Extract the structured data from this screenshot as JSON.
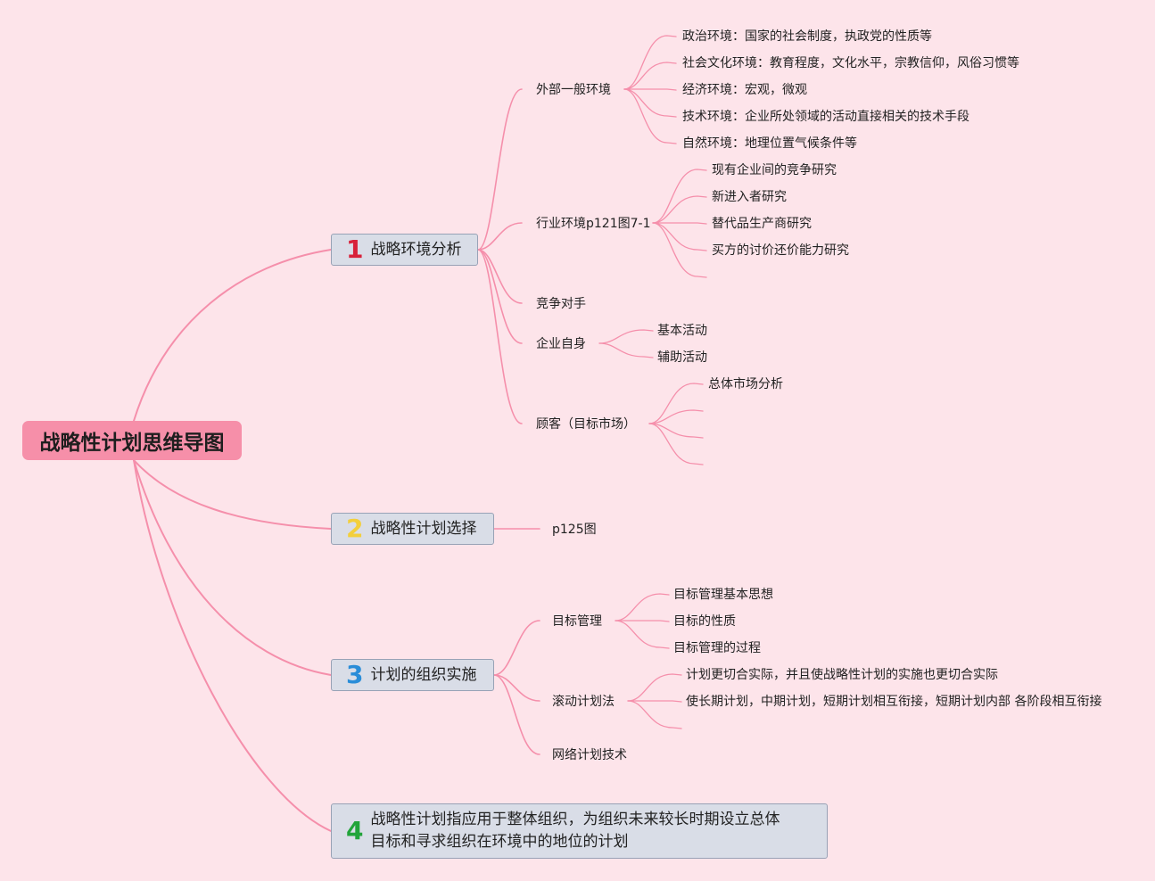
{
  "root": {
    "title": "战略性计划思维导图"
  },
  "branches": [
    {
      "number": "1",
      "label": "战略环境分析",
      "children": [
        {
          "label": "外部一般环境",
          "children": [
            "政治环境：国家的社会制度，执政党的性质等",
            "社会文化环境：教育程度，文化水平，宗教信仰，风俗习惯等",
            "经济环境：宏观，微观",
            "技术环境：企业所处领域的活动直接相关的技术手段",
            "自然环境：地理位置气候条件等"
          ]
        },
        {
          "label": "行业环境p121图7-1",
          "children": [
            "现有企业间的竞争研究",
            "新进入者研究",
            "替代品生产商研究",
            "买方的讨价还价能力研究"
          ]
        },
        {
          "label": "竞争对手",
          "children": []
        },
        {
          "label": "企业自身",
          "children": [
            "基本活动",
            "辅助活动"
          ]
        },
        {
          "label": "顾客（目标市场）",
          "children": [
            "总体市场分析",
            "",
            "",
            ""
          ]
        }
      ]
    },
    {
      "number": "2",
      "label": "战略性计划选择",
      "children": [
        {
          "label": "p125图",
          "children": []
        }
      ]
    },
    {
      "number": "3",
      "label": "计划的组织实施",
      "children": [
        {
          "label": "目标管理",
          "children": [
            "目标管理基本思想",
            "目标的性质",
            "目标管理的过程"
          ]
        },
        {
          "label": "滚动计划法",
          "children": [
            "计划更切合实际，并且使战略性计划的实施也更切合实际",
            "使长期计划，中期计划，短期计划相互衔接，短期计划内部 各阶段相互衔接",
            ""
          ]
        },
        {
          "label": "网络计划技术",
          "children": []
        }
      ]
    },
    {
      "number": "4",
      "label_line1": "战略性计划指应用于整体组织，为组织未来较长时期设立总体",
      "label_line2": "目标和寻求组织在环境中的地位的计划",
      "children": []
    }
  ],
  "colors": {
    "background": "#fde4ea",
    "line": "#f58fab",
    "root_fill": "#f68fa9",
    "branch_fill": "#d9dde7",
    "num1": "#d8213a",
    "num2": "#f3cf3c",
    "num3": "#2a8dd8",
    "num4": "#22a43a"
  }
}
